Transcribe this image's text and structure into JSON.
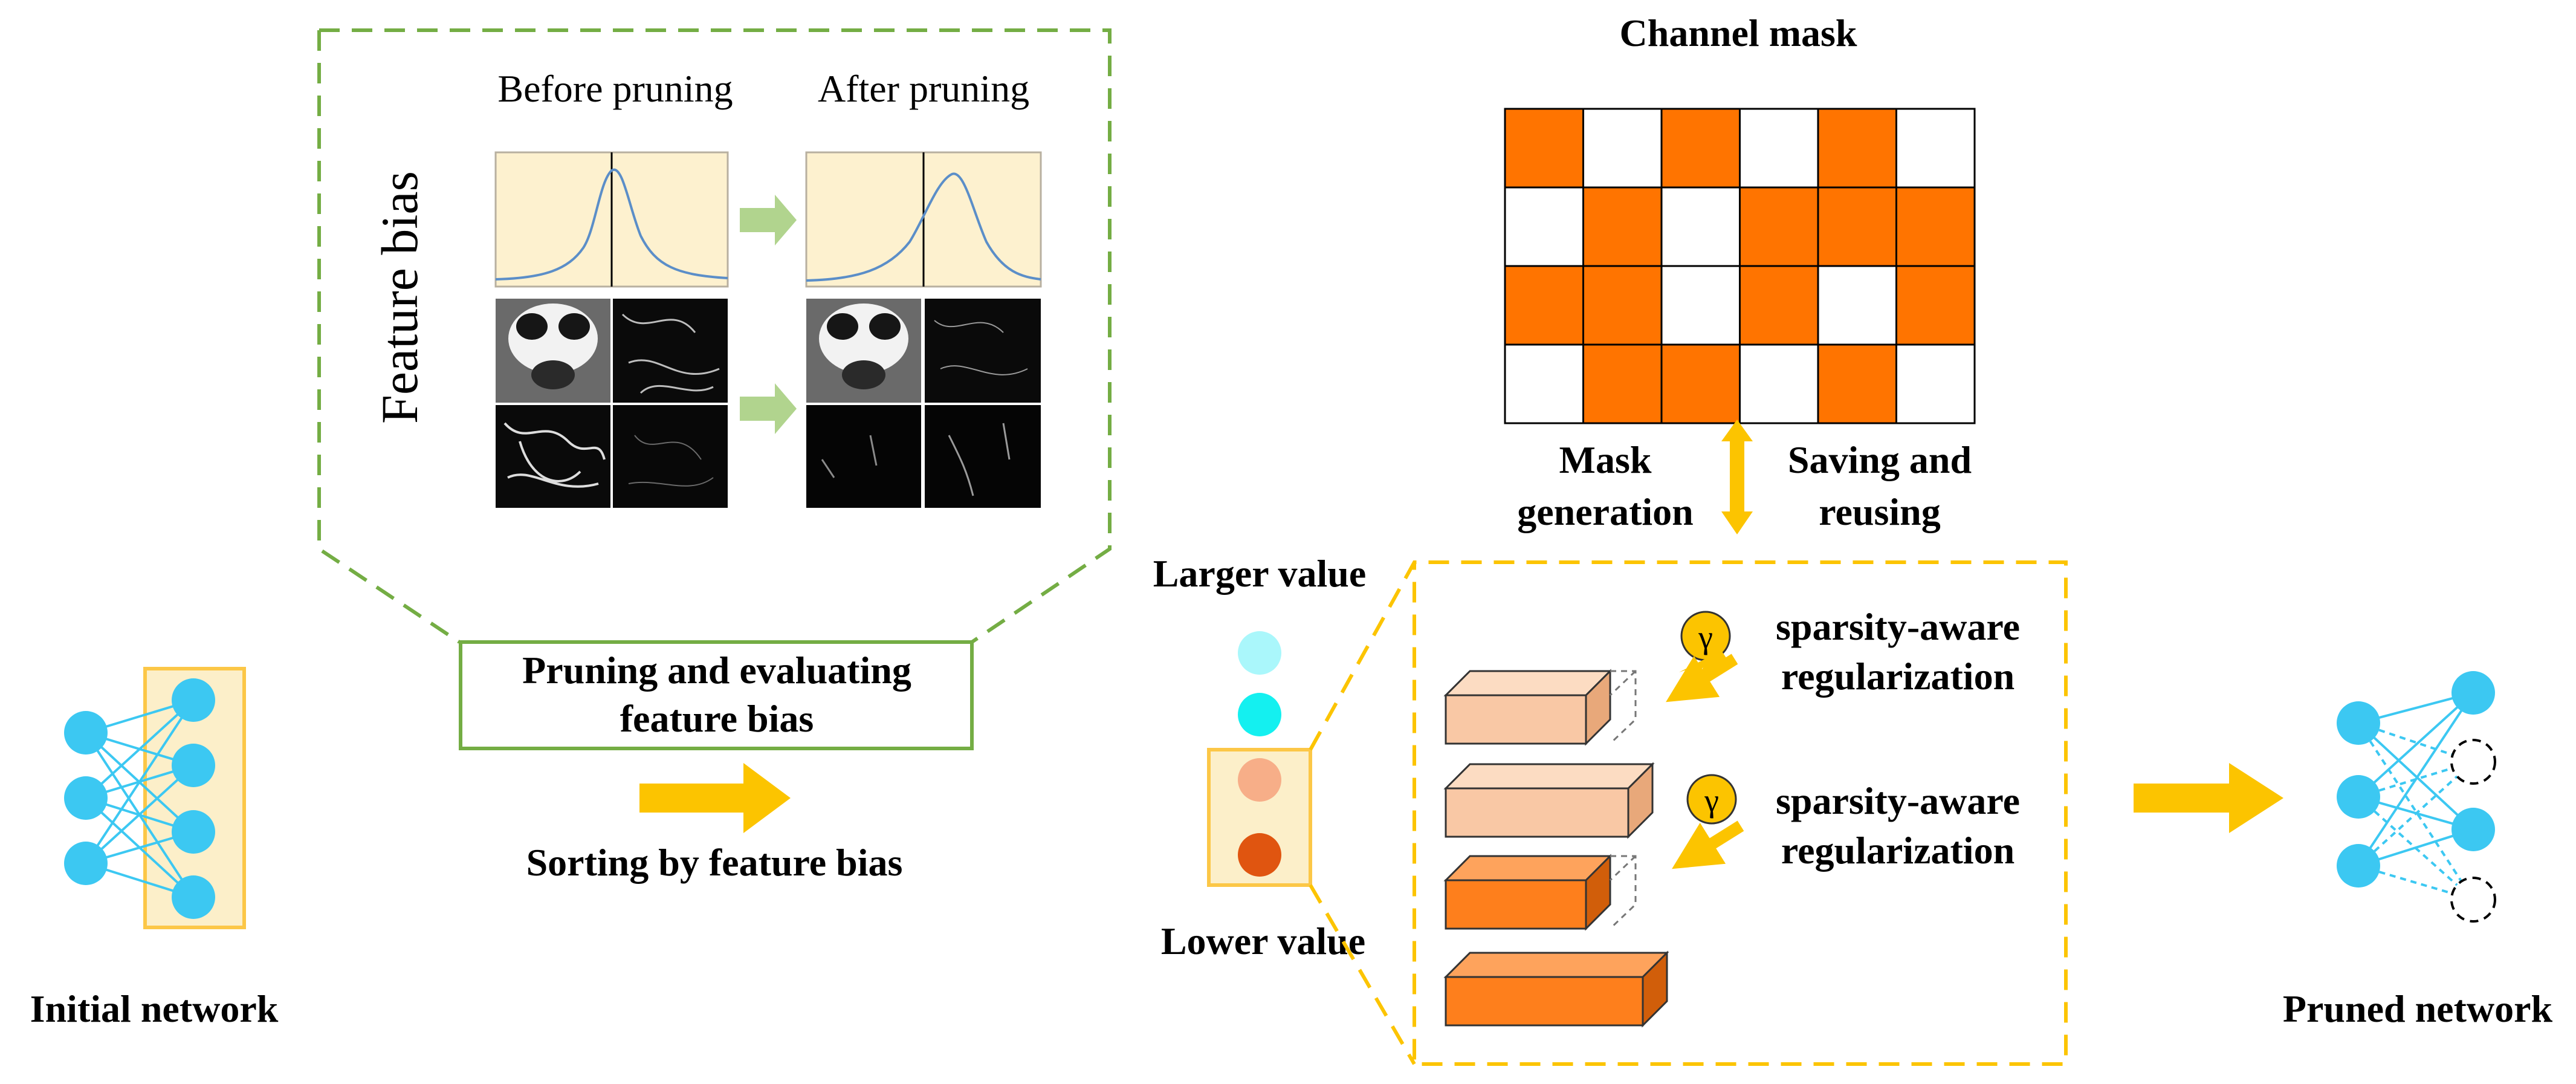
{
  "colors": {
    "node": "#3cc8f2",
    "node_light": "#aaf7fb",
    "node_cyan": "#14f0f0",
    "node_peach": "#f7ae88",
    "node_dark": "#e05510",
    "highlight_fill": "#fcefc9",
    "highlight_border": "#fcc747",
    "green": "#74ad44",
    "green_arrow": "#b1d48e",
    "orange": "#ff7400",
    "gold": "#fcc400",
    "plot_bg": "#fdf1cf",
    "curve": "#5b8ec8"
  },
  "icons": {
    "gamma": "gamma-badge-icon",
    "arrow": "right-arrow-icon"
  },
  "initial_network": {
    "label": "Initial network"
  },
  "pruned_network": {
    "label": "Pruned network"
  },
  "feature_panel": {
    "side_label": "Feature bias",
    "before": "Before pruning",
    "after": "After pruning",
    "box_label_line1": "Pruning and evaluating",
    "box_label_line2": "feature bias",
    "sort_label": "Sorting by feature bias"
  },
  "channel_mask": {
    "title": "Channel mask",
    "rows": [
      [
        1,
        0,
        1,
        0,
        1,
        0
      ],
      [
        0,
        1,
        0,
        1,
        1,
        1
      ],
      [
        1,
        1,
        0,
        1,
        0,
        1
      ],
      [
        0,
        1,
        1,
        0,
        1,
        0
      ]
    ],
    "left_label_line1": "Mask",
    "left_label_line2": "generation",
    "right_label_line1": "Saving and",
    "right_label_line2": "reusing"
  },
  "ranking": {
    "larger": "Larger value",
    "lower": "Lower value"
  },
  "regularization": {
    "gamma": "γ",
    "label_line1": "sparsity-aware",
    "label_line2": "regularization"
  }
}
